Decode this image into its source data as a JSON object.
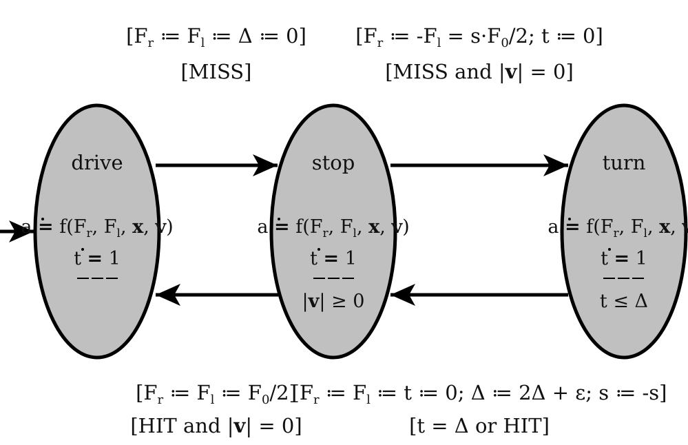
{
  "states": [
    {
      "id": "drive",
      "name": "drive",
      "flow_a": {
        "lhs": "a",
        "op": "=",
        "f_open": "f(F",
        "r": "r",
        "sep1": ", F",
        "l": "l",
        "sep2": ", ",
        "x": "x",
        "sep3": ", ",
        "v": "v",
        "close": ")"
      },
      "flow_t": {
        "lhs": "t",
        "op": "=",
        "rhs": "1"
      },
      "invariant": {
        "pre": "",
        "bold": "",
        "post": ""
      }
    },
    {
      "id": "stop",
      "name": "stop",
      "flow_a": {
        "lhs": "a",
        "op": "=",
        "f_open": "f(F",
        "r": "r",
        "sep1": ", F",
        "l": "l",
        "sep2": ", ",
        "x": "x",
        "sep3": ", ",
        "v": "v",
        "close": ")"
      },
      "flow_t": {
        "lhs": "t",
        "op": "=",
        "rhs": "1"
      },
      "invariant": {
        "pre": "|",
        "bold": "v",
        "post": "| ≥ 0"
      }
    },
    {
      "id": "turn",
      "name": "turn",
      "flow_a": {
        "lhs": "a",
        "op": "=",
        "f_open": "f(F",
        "r": "r",
        "sep1": ", F",
        "l": "l",
        "sep2": ", ",
        "x": "x",
        "sep3": ", ",
        "v": "v",
        "close": ")"
      },
      "flow_t": {
        "lhs": "t",
        "op": "=",
        "rhs": "1"
      },
      "invariant": {
        "pre": "t ≤ Δ",
        "bold": "",
        "post": ""
      }
    }
  ],
  "transitions": {
    "drive_to_stop": {
      "reset": {
        "p1": "[F",
        "s1": "r",
        "p2": " ≔ F",
        "s2": "l",
        "p3": " ≔ Δ ≔ 0]"
      },
      "guard": {
        "pre": "[MISS]",
        "bold": "",
        "post": ""
      }
    },
    "stop_to_turn": {
      "reset": {
        "p1": "[F",
        "s1": "r",
        "p2": " ≔ -F",
        "s2": "l",
        "p3": " = s·F",
        "s3": "0",
        "p4": "/2; t ≔ 0]"
      },
      "guard": {
        "pre": "[MISS and |",
        "bold": "v",
        "post": "| = 0]"
      }
    },
    "stop_to_drive": {
      "reset": {
        "p1": "[F",
        "s1": "r",
        "p2": " ≔ F",
        "s2": "l",
        "p3": " ≔ F",
        "s3": "0",
        "p4": "/2]"
      },
      "guard": {
        "pre": "[HIT and |",
        "bold": "v",
        "post": "| = 0]"
      }
    },
    "turn_to_stop": {
      "reset": {
        "p1": "[F",
        "s1": "r",
        "p2": " ≔ F",
        "s2": "l",
        "p3": " ≔ t ≔ 0; Δ ≔ 2Δ + ε; s ≔ -s]"
      },
      "guard": {
        "pre": "[t = Δ or HIT]",
        "bold": "",
        "post": ""
      }
    }
  }
}
